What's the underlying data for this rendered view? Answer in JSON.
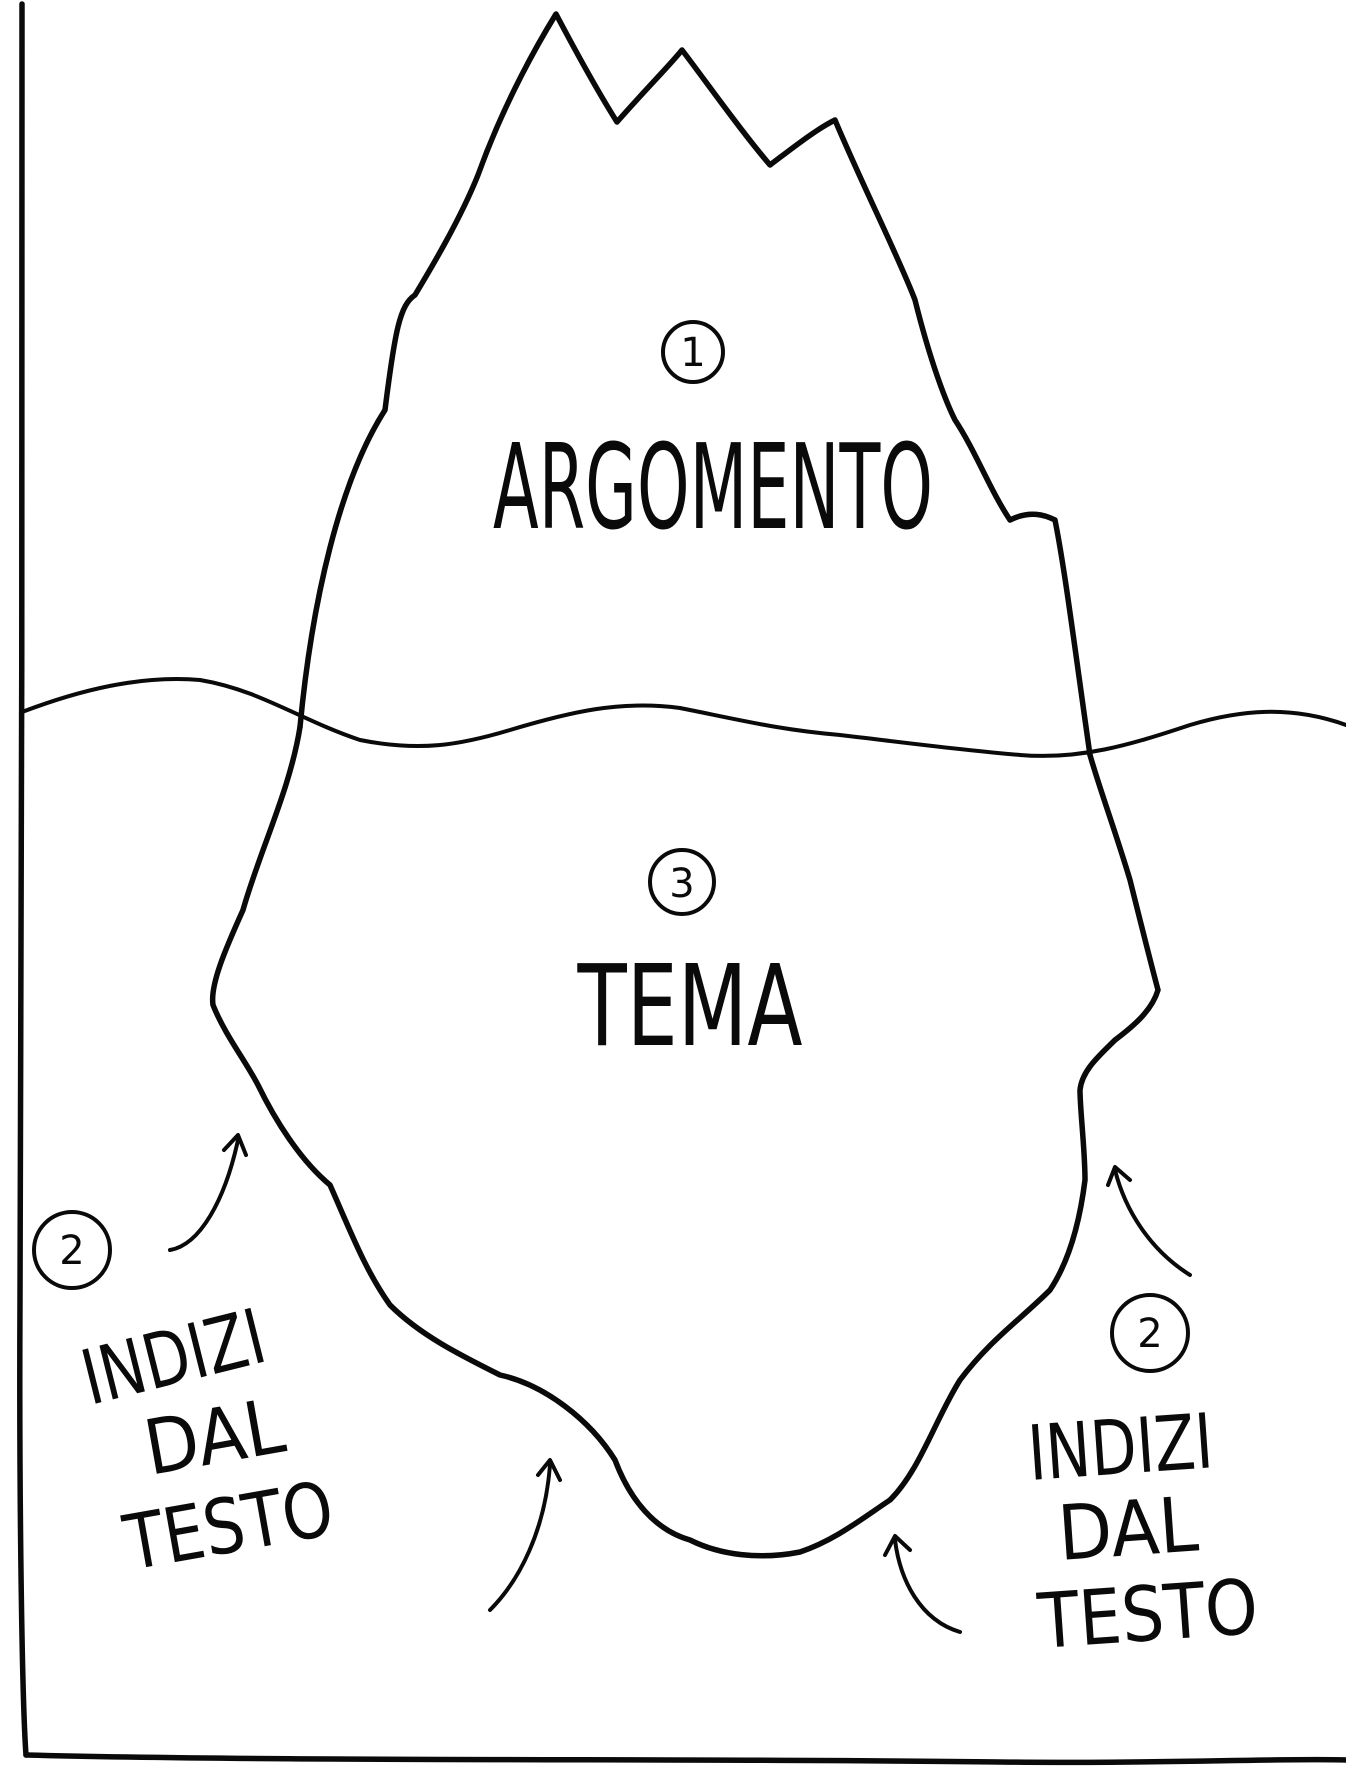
{
  "diagram": {
    "top_label": {
      "number": "1",
      "text": "ARGOMENTO"
    },
    "middle_label": {
      "number": "3",
      "text": "TEMA"
    },
    "left_label": {
      "number": "2",
      "lines": [
        "INDIZI",
        "DAL",
        "TESTO"
      ]
    },
    "right_label": {
      "number": "2",
      "lines": [
        "INDIZI",
        "DAL",
        "TESTO"
      ]
    }
  }
}
